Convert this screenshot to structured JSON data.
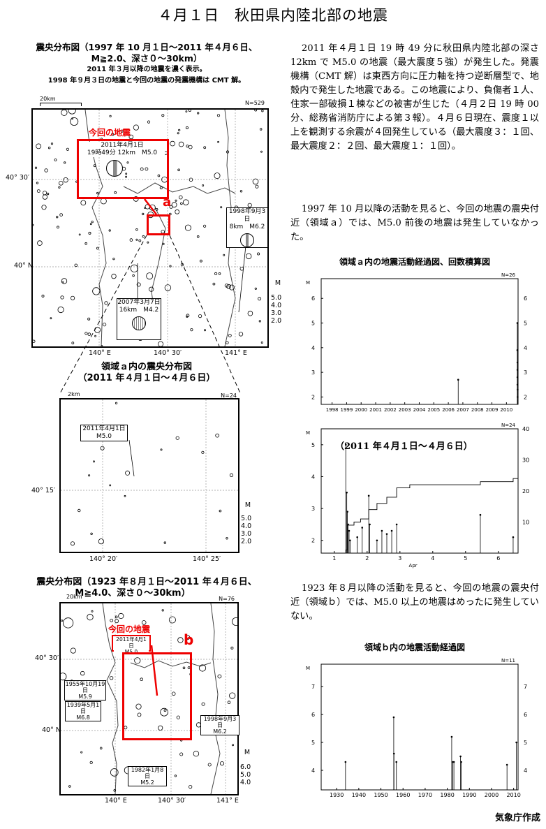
{
  "title": "４月１日　秋田県内陸北部の地震",
  "footer": "気象庁作成",
  "map1": {
    "caption1": "震央分布図（1997 年 10 月１日～2011 年４月６日、",
    "caption2": "M≧2.0、深さ０～30km）",
    "note1": "2011 年３月以降の地震を濃く表示。",
    "note2": "1998 年９月３日の地震と今回の地震の発震機構は CMT 解。",
    "scale": "20km",
    "count": "N=529",
    "current_label": "今回の地震",
    "current_box_l1": "2011年4月1日",
    "current_box_l2": "19時49分 12km　M5.0",
    "region": "a",
    "eq1998_l1": "1998年9月3日",
    "eq1998_l2": "8km　M6.2",
    "eq2007_l1": "2007年3月7日",
    "eq2007_l2": "16km　M4.2",
    "lat1": "40° 30′",
    "lat2": "40° N",
    "lon1": "140° E",
    "lon2": "140° 30′",
    "lon3": "141° E",
    "mag_title": "M",
    "mags": [
      "5.0",
      "4.0",
      "3.0",
      "2.0"
    ]
  },
  "map2": {
    "caption1": "領域ａ内の震央分布図",
    "caption2": "（2011 年４月１日～４月６日）",
    "scale": "2km",
    "count": "N=24",
    "box_l1": "2011年4月1日",
    "box_l2": "M5.0",
    "lat": "40° 15′",
    "lon1": "140° 20′",
    "lon2": "140° 25′",
    "mag_title": "M",
    "mags": [
      "5.0",
      "4.0",
      "3.0",
      "2.0"
    ]
  },
  "map3": {
    "caption1": "震央分布図（1923 年８月１日～2011 年４月６日、",
    "caption2": "M≧4.0、深さ０～30km）",
    "scale": "20km",
    "count": "N=76",
    "current_label": "今回の地震",
    "current_box_l1": "2011年4月1日",
    "current_box_l2": "M5.0",
    "region": "b",
    "eq1955_l1": "1955年10月19日",
    "eq1955_l2": "M5.9",
    "eq1939_l1": "1939年5月1日",
    "eq1939_l2": "M6.8",
    "eq1998_l1": "1998年9月3日",
    "eq1998_l2": "M6.2",
    "eq1982_l1": "1982年1月8日",
    "eq1982_l2": "M5.2",
    "lat1": "40° 30′",
    "lat2": "40° N",
    "lon1": "140° E",
    "lon2": "140° 30′",
    "lon3": "141° E",
    "mag_title": "M",
    "mags": [
      "6.0",
      "5.0",
      "4.0"
    ]
  },
  "text1": "2011 年４月１日 19 時 49 分に秋田県内陸北部の深さ 12km で M5.0 の地震（最大震度５強）が発生した。発震機構（CMT 解）は東西方向に圧力軸を持つ逆断層型で、地殻内で発生した地震である。この地震により、負傷者１人、住家一部破損１棟などの被害が生じた（４月２日 19 時 00 分、総務省消防庁による第３報）。４月６日現在、震度１以上を観測する余震が４回発生している（最大震度３：１回、最大震度２：２回、最大震度１：１回）。",
  "text2": "1997 年 10 月以降の活動を見ると、今回の地震の震央付近（領域ａ）では、M5.0 前後の地震は発生していなかった。",
  "text3": "1923 年８月以降の活動を見ると、今回の地震の震央付近（領域ｂ）では、M5.0 以上の地震はめったに発生していない。",
  "chart1_title": "領域ａ内の地震活動経過図、回数積算図",
  "chart3_title": "領域ｂ内の地震活動経過図",
  "chart2_inner": "（2011 年４月１日～４月６日）",
  "chart_data": [
    {
      "type": "scatter",
      "title": "領域ａ内の地震活動経過図、回数積算図",
      "count": "N=26",
      "ylabel": "M",
      "x_ticks": [
        "1998",
        "1999",
        "2000",
        "2001",
        "2002",
        "2003",
        "2004",
        "2005",
        "2006",
        "2007",
        "2008",
        "2009",
        "2010"
      ],
      "y_ticks": [
        "6",
        "5",
        "4",
        "3",
        "2"
      ],
      "y2_ticks": [
        "6",
        "5",
        "4",
        "3",
        "2"
      ],
      "ylim": [
        1.7,
        6.8
      ],
      "xlim": [
        1997.75,
        2011.3
      ],
      "events": [
        {
          "x": 2007.18,
          "m": 2.7
        },
        {
          "x": 2011.25,
          "m": 5.0
        },
        {
          "x": 2011.25,
          "m": 3.9
        },
        {
          "x": 2011.26,
          "m": 3.4
        },
        {
          "x": 2011.26,
          "m": 3.1
        },
        {
          "x": 2011.26,
          "m": 2.8
        },
        {
          "x": 2011.26,
          "m": 2.5
        },
        {
          "x": 2011.27,
          "m": 2.3
        },
        {
          "x": 2011.27,
          "m": 2.0
        }
      ]
    },
    {
      "type": "line",
      "title": "（2011 年４月１日～４月６日）",
      "count": "N=24",
      "xlabel": "Apr",
      "ylabel": "M",
      "x_ticks": [
        "1",
        "2",
        "3",
        "4",
        "5",
        "6"
      ],
      "y_ticks": [
        "5",
        "4",
        "3",
        "2"
      ],
      "y2_ticks": [
        "40",
        "30",
        "20",
        "10"
      ],
      "xlim": [
        0.6,
        6.6
      ],
      "ylim": [
        1.6,
        5.5
      ],
      "y2lim": [
        0,
        40
      ],
      "events": [
        {
          "x": 1.35,
          "m": 5.0
        },
        {
          "x": 1.38,
          "m": 3.5
        },
        {
          "x": 1.4,
          "m": 2.9
        },
        {
          "x": 1.42,
          "m": 2.5
        },
        {
          "x": 1.45,
          "m": 2.3
        },
        {
          "x": 1.48,
          "m": 2.0
        },
        {
          "x": 1.7,
          "m": 2.1
        },
        {
          "x": 1.85,
          "m": 2.4
        },
        {
          "x": 2.05,
          "m": 3.4
        },
        {
          "x": 2.08,
          "m": 2.5
        },
        {
          "x": 2.3,
          "m": 2.0
        },
        {
          "x": 2.45,
          "m": 2.3
        },
        {
          "x": 2.6,
          "m": 2.2
        },
        {
          "x": 2.75,
          "m": 2.3
        },
        {
          "x": 2.9,
          "m": 2.5
        },
        {
          "x": 5.45,
          "m": 2.8
        },
        {
          "x": 6.45,
          "m": 2.1
        }
      ],
      "cumulative": [
        {
          "x": 1.35,
          "n": 1
        },
        {
          "x": 1.4,
          "n": 9
        },
        {
          "x": 1.6,
          "n": 10
        },
        {
          "x": 1.8,
          "n": 11
        },
        {
          "x": 2.05,
          "n": 14
        },
        {
          "x": 2.3,
          "n": 16
        },
        {
          "x": 2.6,
          "n": 18
        },
        {
          "x": 2.9,
          "n": 21
        },
        {
          "x": 3.3,
          "n": 22
        },
        {
          "x": 5.45,
          "n": 23
        },
        {
          "x": 6.45,
          "n": 24
        }
      ]
    },
    {
      "type": "scatter",
      "title": "領域ｂ内の地震活動経過図",
      "count": "N=11",
      "ylabel": "M",
      "x_ticks": [
        "1930",
        "1940",
        "1950",
        "1960",
        "1970",
        "1980",
        "1990",
        "2000",
        "2010"
      ],
      "y_ticks": [
        "7",
        "6",
        "5",
        "4"
      ],
      "y2_ticks": [
        "7",
        "6",
        "5",
        "4"
      ],
      "xlim": [
        1923,
        2012
      ],
      "ylim": [
        3.3,
        7.8
      ],
      "events": [
        {
          "x": 1934,
          "m": 4.3
        },
        {
          "x": 1955.8,
          "m": 5.9
        },
        {
          "x": 1955.9,
          "m": 4.6
        },
        {
          "x": 1957,
          "m": 4.3
        },
        {
          "x": 1982,
          "m": 5.2
        },
        {
          "x": 1982.5,
          "m": 4.3
        },
        {
          "x": 1983,
          "m": 4.3
        },
        {
          "x": 1986,
          "m": 4.5
        },
        {
          "x": 1986.3,
          "m": 4.3
        },
        {
          "x": 2007,
          "m": 4.2
        },
        {
          "x": 2011.25,
          "m": 5.0
        }
      ]
    }
  ]
}
